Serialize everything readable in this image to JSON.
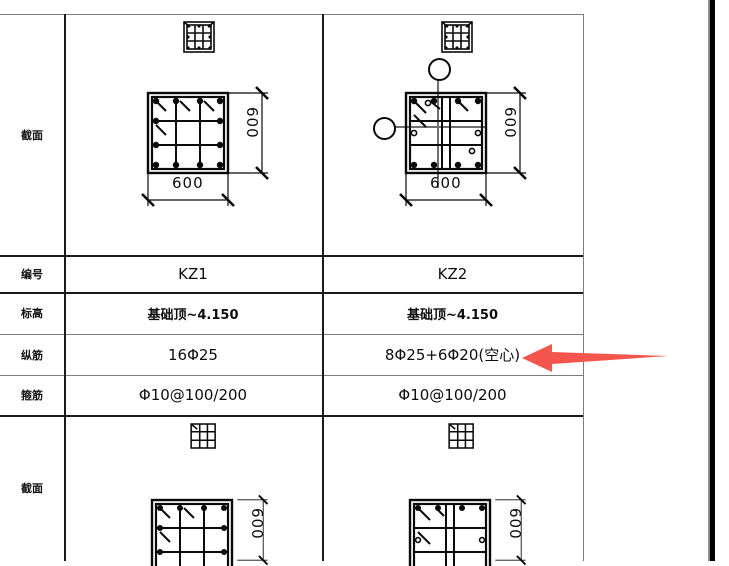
{
  "document": {
    "type": "structural-column-schedule",
    "title": "",
    "ink_color": "#0d0d0d",
    "grid_color": "#7c7c7c"
  },
  "table": {
    "row_labels": [
      {
        "key": "section_top",
        "label": "截面"
      },
      {
        "key": "mark",
        "label": "编号"
      },
      {
        "key": "elevation",
        "label": "标高"
      },
      {
        "key": "longitudinal",
        "label": "纵筋"
      },
      {
        "key": "stirrup",
        "label": "箍筋"
      },
      {
        "key": "section_bottom",
        "label": "截面"
      }
    ],
    "columns": [
      {
        "mark": "KZ1",
        "elevation": "基础顶~4.150",
        "longitudinal": "16Φ25",
        "stirrup": "Φ10@100/200",
        "section_top": {
          "width_label": "600",
          "height_label": "600",
          "callouts": []
        },
        "section_bottom": {
          "height_label": "600"
        }
      },
      {
        "mark": "KZ2",
        "elevation": "基础顶~4.150",
        "longitudinal": "8Φ25+6Φ20(空心)",
        "stirrup": "Φ10@100/200",
        "section_top": {
          "width_label": "600",
          "height_label": "600",
          "callouts": [
            {
              "position": "top",
              "text": ""
            },
            {
              "position": "left",
              "text": ""
            }
          ]
        },
        "section_bottom": {
          "height_label": "600"
        }
      }
    ]
  },
  "annotation": {
    "arrow": {
      "name": "red-arrow",
      "color": "#f4564e",
      "direction": "left",
      "points_at": "longitudinal-rebar-kz2"
    }
  }
}
